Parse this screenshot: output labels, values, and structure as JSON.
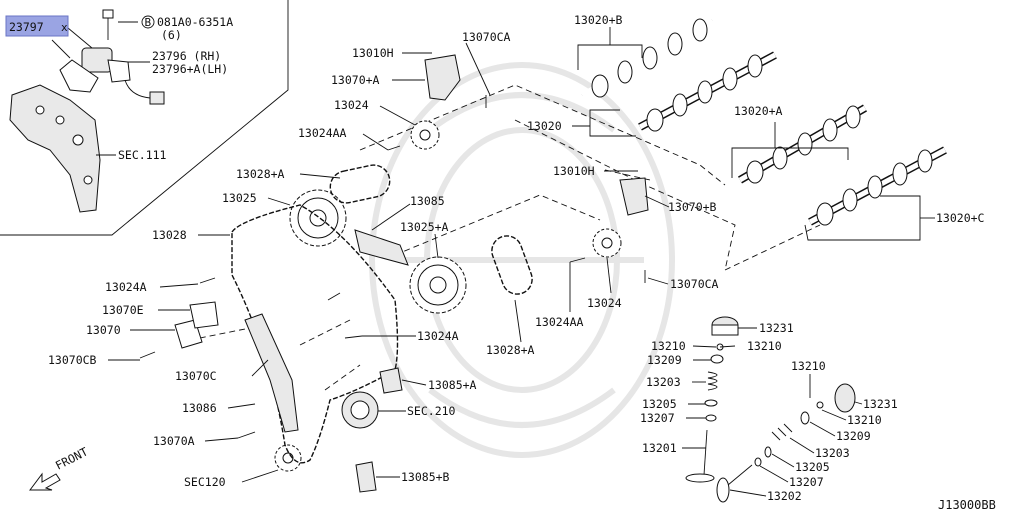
{
  "labels": {
    "highlighted_part": "23797",
    "bolt_circle_marker": "B",
    "bolt_ref": "081A0-6351A",
    "bolt_qty": "(6)",
    "sensor_rh": "23796  (RH)",
    "sensor_lh": "23796+A(LH)",
    "sec111": "SEC.111",
    "cam_b": "13020+B",
    "cam_a": "13020+A",
    "cam": "13020",
    "cam_c": "13020+C",
    "valve_timing_h_top": "13010H",
    "valve_timing_h_mid": "13010H",
    "tensioner_ca_top": "13070CA",
    "tensioner_ca_bottom": "13070CA",
    "tensioner_a": "13070+A",
    "tensioner_b": "13070+B",
    "sprocket_24_top": "13024",
    "sprocket_24aa_top": "13024AA",
    "sprocket_24_mid": "13024",
    "sprocket_24aa_mid": "13024AA",
    "chain_28a_top": "13028+A",
    "chain_28a_mid": "13028+A",
    "sprocket_25": "13025",
    "sprocket_25a": "13025+A",
    "guide_85": "13085",
    "chain_28": "13028",
    "bolt_24a_left": "13024A",
    "bolt_24a_mid": "13024A",
    "part_70e": "13070E",
    "part_70": "13070",
    "part_70cb": "13070CB",
    "part_70c": "13070C",
    "part_86": "13086",
    "part_70a": "13070A",
    "sec120": "SEC120",
    "guide_85a": "13085+A",
    "sec210": "SEC.210",
    "guide_85b": "13085+B",
    "front": "FRONT",
    "lifter_231_left": "13231",
    "shim_210_left_1": "13210",
    "shim_210_left_2": "13210",
    "seal_209_left": "13209",
    "spring_203_left": "13203",
    "retainer_205_left": "13205",
    "seat_207_left": "13207",
    "valve_201": "13201",
    "shim_210_right_top": "13210",
    "lifter_231_right": "13231",
    "shim_210_right": "13210",
    "seal_209_right": "13209",
    "spring_203_right": "13203",
    "retainer_205_right": "13205",
    "seat_207_right": "13207",
    "valve_202": "13202",
    "diagram_ref": "J13000BB"
  },
  "colors": {
    "highlight": "#9aa4e3",
    "line": "#111111",
    "watermark": "#e6e6e6"
  }
}
